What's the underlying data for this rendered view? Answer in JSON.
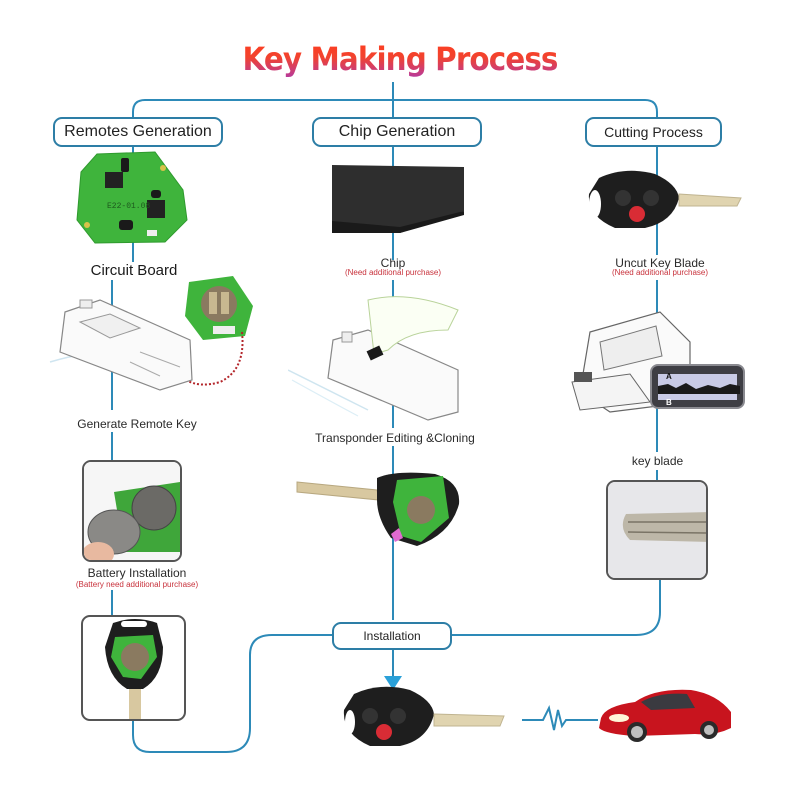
{
  "title": "Key Making Process",
  "colors": {
    "flow_line": "#2d8ab8",
    "title_top": "#ff3c1e",
    "title_bottom": "#b53aa0",
    "note_text": "#c8323c",
    "pcb_green": "#3fb43c",
    "key_black": "#1e1e1e",
    "panic_red": "#d92c35",
    "car_red": "#c8141e"
  },
  "stages": [
    {
      "id": "remotes",
      "label": "Remotes Generation",
      "steps": [
        {
          "label": "Circuit Board",
          "image": "pcb-board-icon",
          "pcb_code": "E22-01.08"
        },
        {
          "label": "Generate Remote Key",
          "image": "key-programmer-device-icon"
        },
        {
          "label": "Battery Installation",
          "note": "(Battery need additional purchase)",
          "image": "coin-battery-icon"
        },
        {
          "label": "",
          "image": "remote-key-shell-open-icon"
        }
      ]
    },
    {
      "id": "chip",
      "label": "Chip Generation",
      "steps": [
        {
          "label": "Chip",
          "note": "(Need additional purchase)",
          "image": "transponder-chip-icon"
        },
        {
          "label": "Transponder Editing &Cloning",
          "image": "hand-inserting-chip-icon"
        },
        {
          "label": "",
          "image": "key-with-pcb-icon"
        }
      ]
    },
    {
      "id": "cutting",
      "label": "Cutting Process",
      "steps": [
        {
          "label": "Uncut Key  Blade",
          "note": "(Need additional purchase)",
          "image": "uncut-remote-key-icon"
        },
        {
          "label": "key blade",
          "image": "key-cutting-machine-icon",
          "inset_labels": [
            "A",
            "B"
          ]
        },
        {
          "label": "",
          "image": "key-blade-closeup-icon"
        }
      ]
    }
  ],
  "installation": {
    "label": "Installation",
    "result_image": "finished-remote-key-icon",
    "signal": "signal-wave-icon",
    "target": "red-sports-car-icon"
  }
}
